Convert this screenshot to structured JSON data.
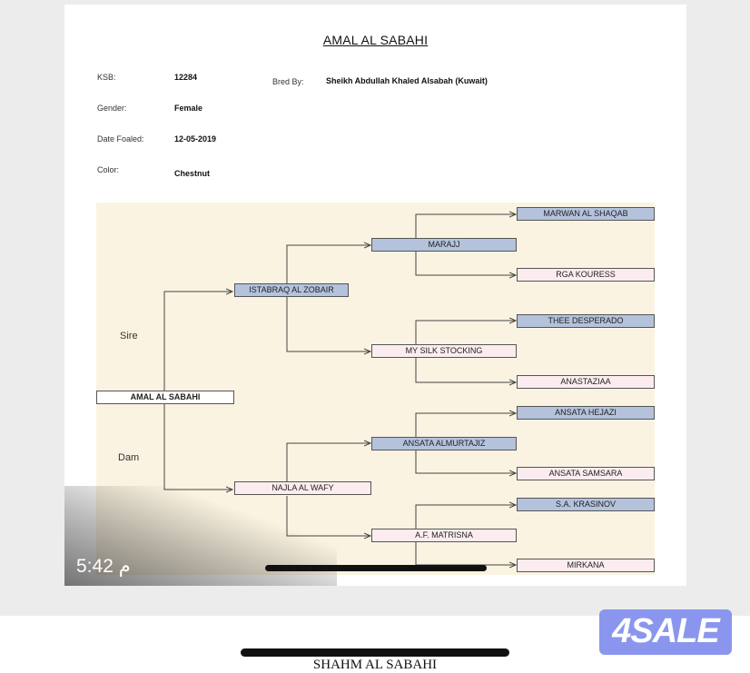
{
  "document": {
    "title": "AMAL AL SABAHI",
    "fields": [
      {
        "label": "KSB:",
        "value": "12284"
      },
      {
        "label": "Gender:",
        "value": "Female"
      },
      {
        "label": "Date Foaled:",
        "value": "12-05-2019"
      },
      {
        "label": "Color:",
        "value": "Chestnut"
      }
    ],
    "bred_by": {
      "label": "Bred By:",
      "value": "Sheikh Abdullah Khaled Alsabah (Kuwait)"
    }
  },
  "pedigree": {
    "sire_label": "Sire",
    "dam_label": "Dam",
    "horse": "AMAL AL SABAHI",
    "sire": "ISTABRAQ AL ZOBAIR",
    "dam": "NAJLA AL WAFY",
    "grandparents": [
      "MARAJJ",
      "MY SILK STOCKING",
      "ANSATA ALMURTAJIZ",
      "A.F. MATRISNA"
    ],
    "great_grandparents": [
      "MARWAN AL SHAQAB",
      "RGA KOURESS",
      "THEE DESPERADO",
      "ANASTAZIAA",
      "ANSATA HEJAZI",
      "ANSATA SAMSARA",
      "S.A. KRASINOV",
      "MIRKANA"
    ]
  },
  "video": {
    "time": "5:42 م"
  },
  "caption": "SHAHM AL SABAHI",
  "logo": {
    "text": "4SALE",
    "color": "#8a96ee"
  }
}
